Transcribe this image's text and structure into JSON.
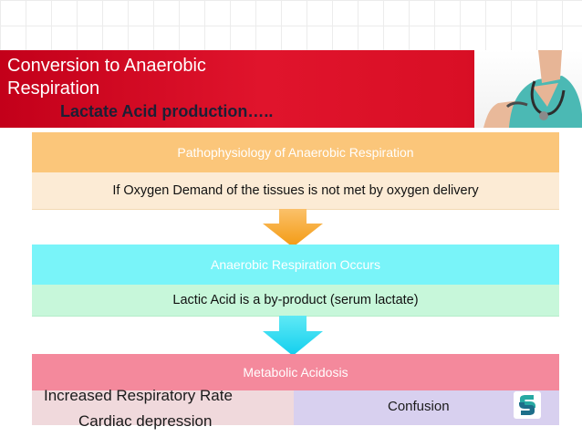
{
  "header": {
    "title_line1": "Conversion to Anaerobic",
    "title_line2": "Respiration",
    "subtitle": "Lactate Acid production….."
  },
  "stages": [
    {
      "heading": "Pathophysiology of Anaerobic Respiration",
      "body": "If Oxygen Demand of the tissues is not met by oxygen delivery",
      "heading_color": "#fbc67a",
      "body_color": "#fcebd5"
    },
    {
      "heading": "Anaerobic Respiration Occurs",
      "body": "Lactic Acid is a by-product (serum lactate)",
      "heading_color": "#79f4f9",
      "body_color": "#c7f7da"
    },
    {
      "heading": "Metabolic Acidosis",
      "heading_color": "#f4899c",
      "outcomes": {
        "left_line1": "Increased Respiratory Rate",
        "left_line2": "Cardiac depression",
        "right": "Confusion"
      }
    }
  ],
  "colors": {
    "banner": "#d90f25",
    "subtitle_text": "#1c2035",
    "arrow1": "#f7a51e",
    "arrow2": "#19d6f2"
  }
}
